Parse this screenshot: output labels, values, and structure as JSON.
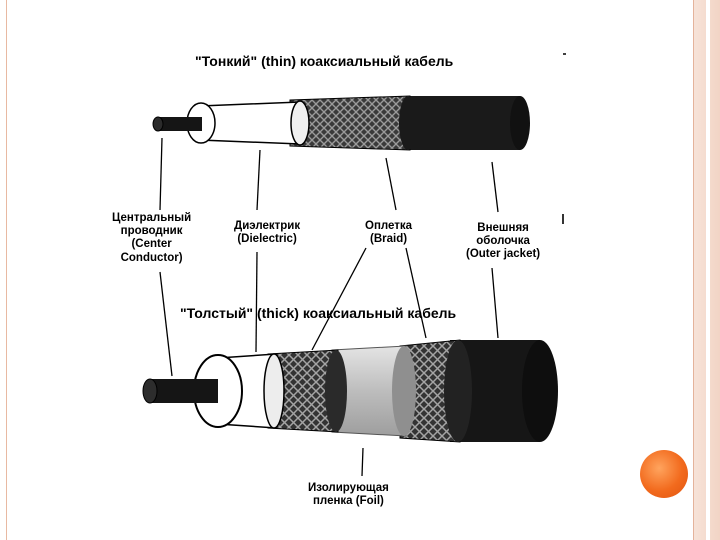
{
  "slide": {
    "accent_color": "#f26a1d",
    "frame_color": "#e8b9a2"
  },
  "diagram": {
    "thin_title": "\"Тонкий\" (thin) коаксиальный кабель",
    "thick_title": "\"Толстый\" (thick) коаксиальный кабель",
    "labels": {
      "center_conductor_line1": "Центральный",
      "center_conductor_line2": "проводник",
      "center_conductor_line3": "(Center",
      "center_conductor_line4": "Conductor)",
      "dielectric_line1": "Диэлектрик",
      "dielectric_line2": "(Dielectric)",
      "braid_line1": "Оплетка",
      "braid_line2": "(Braid)",
      "jacket_line1": "Внешняя",
      "jacket_line2": "оболочка",
      "jacket_line3": "(Outer jacket)",
      "foil_line1": "Изолирующая",
      "foil_line2": "пленка (Foil)"
    }
  }
}
